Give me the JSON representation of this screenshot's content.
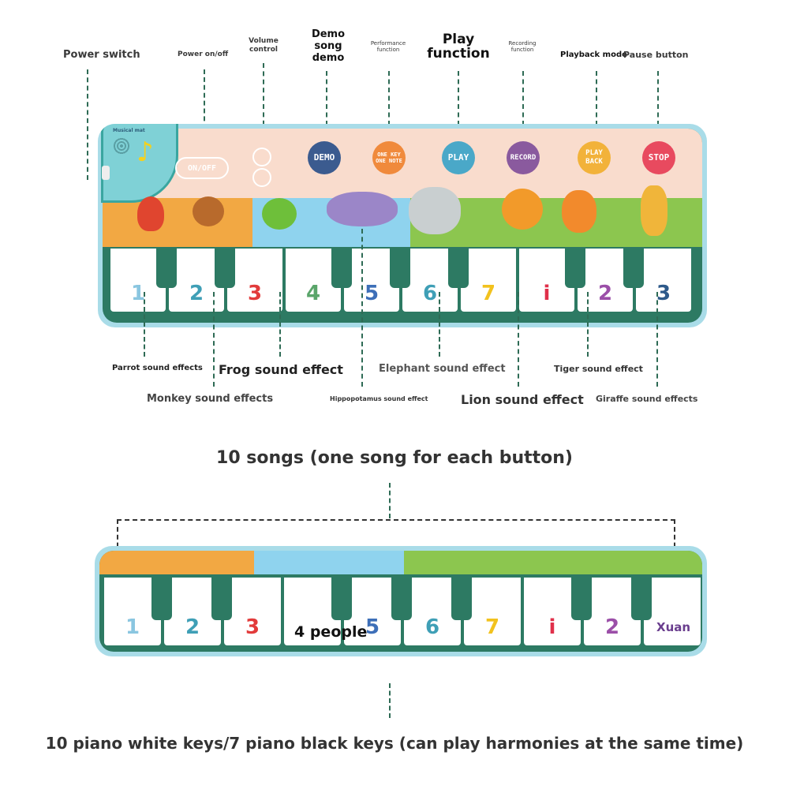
{
  "top_labels": {
    "power_switch": "Power switch",
    "power_onoff": "Power on/off",
    "volume_control": "Volume\ncontrol",
    "demo_song": "Demo\nsong\ndemo",
    "performance_function": "Performance\nfunction",
    "play_function": "Play\nfunction",
    "recording_function": "Recording\nfunction",
    "playback_mode": "Playback mode",
    "pause_button": "Pause button"
  },
  "mat_buttons": {
    "onoff": "ON/OFF",
    "demo": "DEMO",
    "one_key": "ONE KEY ONE NOTE",
    "play": "PLAY",
    "record": "RECORD",
    "playback": "PLAY BACK",
    "stop": "STOP",
    "panel_title": "Musical mat"
  },
  "bottom_labels": {
    "parrot": "Parrot sound effects",
    "frog": "Frog sound effect",
    "elephant": "Elephant sound effect",
    "tiger": "Tiger sound effect",
    "monkey": "Monkey sound effects",
    "hippo": "Hippopotamus sound effect",
    "lion": "Lion sound effect",
    "giraffe": "Giraffe sound effects"
  },
  "keys": [
    "1",
    "2",
    "3",
    "4",
    "5",
    "6",
    "7",
    "i",
    "2",
    "3"
  ],
  "key_colors": [
    "#8ac6e0",
    "#3f9fb6",
    "#e23b3b",
    "#5aa56a",
    "#3d6fb8",
    "#3f9fb6",
    "#f2c21e",
    "#e0304a",
    "#9b4fa8",
    "#2e5a8a"
  ],
  "headings": {
    "songs": "10 songs (one song for each button)",
    "people": "4 people",
    "xuan": "Xuan",
    "keys_summary": "10 piano white keys/7 piano black keys (can play harmonies at the same time)"
  },
  "colors": {
    "mat_border": "#a9dce8",
    "mat_dark": "#2d7a63",
    "mat_top": "#f9dccd",
    "land_orange": "#f2a843",
    "land_water": "#8fd3ee",
    "land_green": "#8cc64f",
    "demo_btn": "#3b5b8f",
    "onekey_btn": "#f08a3c",
    "play_btn": "#4aa8c8",
    "record_btn": "#8a5a9e",
    "playback_btn": "#f2b23a",
    "stop_btn": "#e84a5f",
    "line_color": "#2e6b55"
  }
}
